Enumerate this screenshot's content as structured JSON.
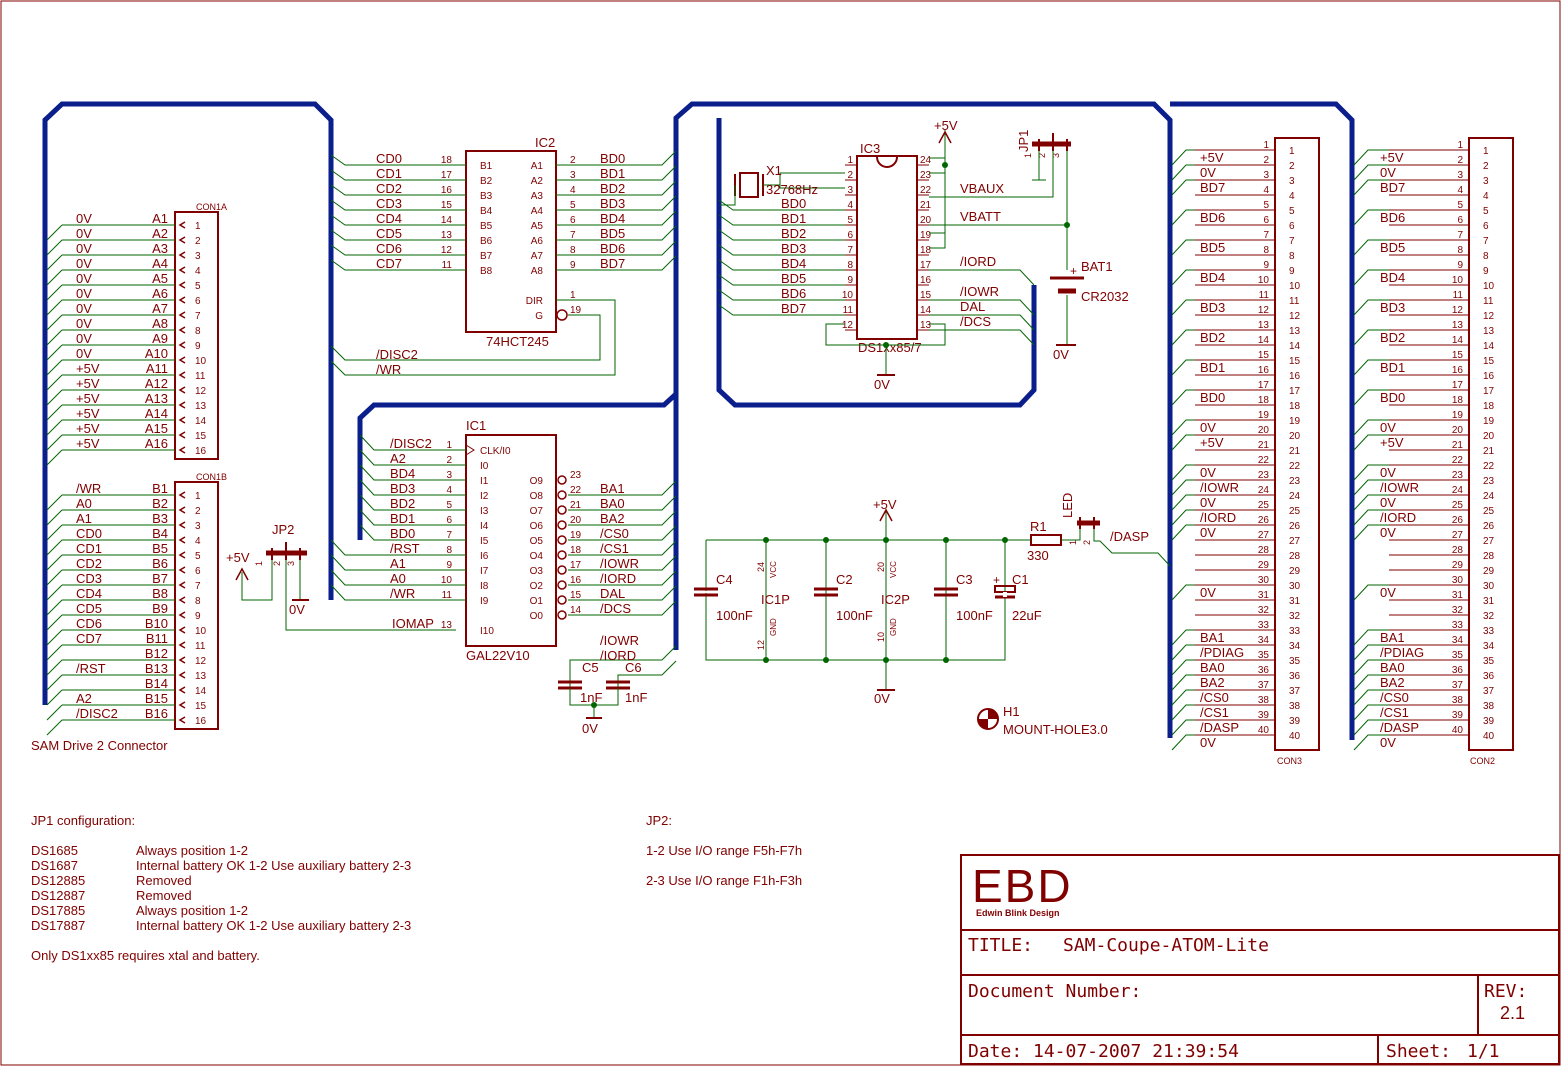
{
  "colors": {
    "wire": "#006600",
    "part": "#800000",
    "bus": "#0a1e8c",
    "frame": "#800000",
    "pin": "#800000"
  },
  "icons": [
    "ground-icon",
    "power-arrow-icon",
    "mount-hole-icon",
    "junction-dot-icon"
  ],
  "title_block": {
    "logo": "EBD",
    "company": "Edwin Blink Design",
    "title_label": "TITLE:",
    "title_value": "SAM-Coupe-ATOM-Lite",
    "doc_label": "Document Number:",
    "rev_label": "REV:",
    "rev_value": "2.1",
    "date_label": "Date:",
    "date_value": "14-07-2007 21:39:54",
    "sheet_label": "Sheet:",
    "sheet_value": "1/1"
  },
  "notes": {
    "jp1_heading": "JP1 configuration:",
    "jp1_rows": [
      {
        "part": "DS1685",
        "desc": "Always position 1-2"
      },
      {
        "part": "DS1687",
        "desc": "Internal battery OK 1-2 Use auxiliary battery 2-3"
      },
      {
        "part": "DS12885",
        "desc": "Removed"
      },
      {
        "part": "DS12887",
        "desc": "Removed"
      },
      {
        "part": "DS17885",
        "desc": "Always position 1-2"
      },
      {
        "part": "DS17887",
        "desc": "Internal battery OK 1-2 Use auxiliary battery 2-3"
      }
    ],
    "jp1_footer": "Only DS1xx85 requires xtal and battery.",
    "jp2_heading": "JP2:",
    "jp2_rows": [
      "1-2 Use I/O range F5h-F7h",
      "2-3 Use I/O range F1h-F3h"
    ]
  },
  "con1a": {
    "name": "CON1A",
    "caption": "",
    "nets": [
      "0V",
      "0V",
      "0V",
      "0V",
      "0V",
      "0V",
      "0V",
      "0V",
      "0V",
      "0V",
      "+5V",
      "+5V",
      "+5V",
      "+5V",
      "+5V",
      "+5V"
    ],
    "pads": [
      "A1",
      "A2",
      "A3",
      "A4",
      "A5",
      "A6",
      "A7",
      "A8",
      "A9",
      "A10",
      "A11",
      "A12",
      "A13",
      "A14",
      "A15",
      "A16"
    ],
    "pins": [
      "1",
      "2",
      "3",
      "4",
      "5",
      "6",
      "7",
      "8",
      "9",
      "10",
      "11",
      "12",
      "13",
      "14",
      "15",
      "16"
    ]
  },
  "con1b": {
    "name": "CON1B",
    "caption": "SAM Drive 2 Connector",
    "nets": [
      "/WR",
      "A0",
      "A1",
      "CD0",
      "CD1",
      "CD2",
      "CD3",
      "CD4",
      "CD5",
      "CD6",
      "CD7",
      "",
      "/RST",
      "",
      "A2",
      "/DISC2"
    ],
    "pads": [
      "B1",
      "B2",
      "B3",
      "B4",
      "B5",
      "B6",
      "B7",
      "B8",
      "B9",
      "B10",
      "B11",
      "B12",
      "B13",
      "B14",
      "B15",
      "B16"
    ],
    "pins": [
      "1",
      "2",
      "3",
      "4",
      "5",
      "6",
      "7",
      "8",
      "9",
      "10",
      "11",
      "12",
      "13",
      "14",
      "15",
      "16"
    ]
  },
  "ic2": {
    "ref": "IC2",
    "value": "74HCT245",
    "left_nets": [
      "CD0",
      "CD1",
      "CD2",
      "CD3",
      "CD4",
      "CD5",
      "CD6",
      "CD7"
    ],
    "left_pins": [
      "18",
      "17",
      "16",
      "15",
      "14",
      "13",
      "12",
      "11"
    ],
    "left_names": [
      "B1",
      "B2",
      "B3",
      "B4",
      "B5",
      "B6",
      "B7",
      "B8"
    ],
    "right_names": [
      "A1",
      "A2",
      "A3",
      "A4",
      "A5",
      "A6",
      "A7",
      "A8",
      "DIR",
      "G"
    ],
    "right_pins": [
      "2",
      "3",
      "4",
      "5",
      "6",
      "7",
      "8",
      "9",
      "1",
      "19"
    ],
    "right_nets": [
      "BD0",
      "BD1",
      "BD2",
      "BD3",
      "BD4",
      "BD5",
      "BD6",
      "BD7"
    ],
    "extra_nets": [
      "/DISC2",
      "/WR"
    ]
  },
  "ic1": {
    "ref": "IC1",
    "value": "GAL22V10",
    "left_nets": [
      "/DISC2",
      "A2",
      "BD4",
      "BD3",
      "BD2",
      "BD1",
      "BD0",
      "/RST",
      "A1",
      "A0",
      "/WR",
      "IOMAP"
    ],
    "left_pins": [
      "1",
      "2",
      "3",
      "4",
      "5",
      "6",
      "7",
      "8",
      "9",
      "10",
      "11",
      "13"
    ],
    "left_names": [
      "CLK/I0",
      "I0",
      "I1",
      "I2",
      "I3",
      "I4",
      "I5",
      "I6",
      "I7",
      "I8",
      "I9",
      "I10"
    ],
    "right_names": [
      "O9",
      "O8",
      "O7",
      "O6",
      "O5",
      "O4",
      "O3",
      "O2",
      "O1",
      "O0"
    ],
    "right_pins": [
      "23",
      "22",
      "21",
      "20",
      "19",
      "18",
      "17",
      "16",
      "15",
      "14"
    ],
    "right_nets": [
      "",
      "BA1",
      "BA0",
      "BA2",
      "/CS0",
      "/CS1",
      "/IOWR",
      "/IORD",
      "DAL",
      "/DCS"
    ],
    "extra_nets": [
      "/IOWR",
      "/IORD"
    ]
  },
  "ic3": {
    "ref": "IC3",
    "value": "DS1xx85/7",
    "left_pins": [
      "1",
      "2",
      "3",
      "4",
      "5",
      "6",
      "7",
      "8",
      "9",
      "10",
      "11",
      "12"
    ],
    "right_pins": [
      "24",
      "23",
      "22",
      "21",
      "20",
      "19",
      "18",
      "17",
      "16",
      "15",
      "14",
      "13"
    ],
    "left_nets": [
      "",
      "",
      "",
      "BD0",
      "BD1",
      "BD2",
      "BD3",
      "BD4",
      "BD5",
      "BD6",
      "BD7"
    ],
    "right_nets": [
      "VBAUX",
      "VBATT",
      "/IORD",
      "/IOWR",
      "DAL",
      "/DCS"
    ],
    "crystal_ref": "X1",
    "crystal_value": "32768Hz",
    "power_label": "+5V",
    "ground_label": "0V"
  },
  "jp1": {
    "ref": "JP1",
    "pins": [
      "1",
      "2",
      "3"
    ]
  },
  "jp2": {
    "ref": "JP2",
    "pins": [
      "1",
      "2",
      "3"
    ],
    "power_label": "+5V",
    "ground_label": "0V"
  },
  "bat1": {
    "ref": "BAT1",
    "value": "CR2032",
    "polarity": "+",
    "ground_label": "0V"
  },
  "caps_small": [
    {
      "ref": "C5",
      "value": "1nF"
    },
    {
      "ref": "C6",
      "value": "1nF"
    }
  ],
  "caps_small_ground": "0V",
  "power_block": {
    "power_label": "+5V",
    "ground_label": "0V",
    "caps": [
      {
        "ref": "C4",
        "value": "100nF"
      },
      {
        "ref": "C2",
        "value": "100nF"
      },
      {
        "ref": "C3",
        "value": "100nF"
      },
      {
        "ref": "C1",
        "value": "22uF",
        "polarity": "+"
      }
    ],
    "ic1p": {
      "ref": "IC1P",
      "vcc_pin": "24",
      "gnd_pin": "12",
      "vcc_label": "VCC",
      "gnd_label": "GND"
    },
    "ic2p": {
      "ref": "IC2P",
      "vcc_pin": "20",
      "gnd_pin": "10",
      "vcc_label": "VCC",
      "gnd_label": "GND"
    }
  },
  "led": {
    "r_ref": "R1",
    "r_value": "330",
    "led_ref": "LED",
    "net": "/DASP",
    "pins": [
      "1",
      "2"
    ]
  },
  "mount": {
    "ref": "H1",
    "value": "MOUNT-HOLE3.0"
  },
  "con3": {
    "name": "CON3",
    "nets": [
      "+5V",
      "0V",
      "BD7",
      "",
      "BD6",
      "",
      "BD5",
      "",
      "BD4",
      "",
      "BD3",
      "",
      "BD2",
      "",
      "BD1",
      "",
      "BD0",
      "",
      "0V",
      "+5V",
      "",
      "0V",
      "/IOWR",
      "0V",
      "/IORD",
      "0V",
      "",
      "",
      "",
      "0V",
      "",
      "",
      "BA1",
      "/PDIAG",
      "BA0",
      "BA2",
      "/CS0",
      "/CS1",
      "/DASP",
      "0V"
    ],
    "pins": [
      "1",
      "2",
      "3",
      "4",
      "5",
      "6",
      "7",
      "8",
      "9",
      "10",
      "11",
      "12",
      "13",
      "14",
      "15",
      "16",
      "17",
      "18",
      "19",
      "20",
      "21",
      "22",
      "23",
      "24",
      "25",
      "26",
      "27",
      "28",
      "29",
      "30",
      "31",
      "32",
      "33",
      "34",
      "35",
      "36",
      "37",
      "38",
      "39",
      "40"
    ]
  },
  "con2": {
    "name": "CON2",
    "nets": [
      "+5V",
      "0V",
      "BD7",
      "",
      "BD6",
      "",
      "BD5",
      "",
      "BD4",
      "",
      "BD3",
      "",
      "BD2",
      "",
      "BD1",
      "",
      "BD0",
      "",
      "0V",
      "+5V",
      "",
      "0V",
      "/IOWR",
      "0V",
      "/IORD",
      "0V",
      "",
      "",
      "",
      "0V",
      "",
      "",
      "BA1",
      "/PDIAG",
      "BA0",
      "BA2",
      "/CS0",
      "/CS1",
      "/DASP",
      "0V"
    ],
    "pins": [
      "1",
      "2",
      "3",
      "4",
      "5",
      "6",
      "7",
      "8",
      "9",
      "10",
      "11",
      "12",
      "13",
      "14",
      "15",
      "16",
      "17",
      "18",
      "19",
      "20",
      "21",
      "22",
      "23",
      "24",
      "25",
      "26",
      "27",
      "28",
      "29",
      "30",
      "31",
      "32",
      "33",
      "34",
      "35",
      "36",
      "37",
      "38",
      "39",
      "40"
    ]
  }
}
